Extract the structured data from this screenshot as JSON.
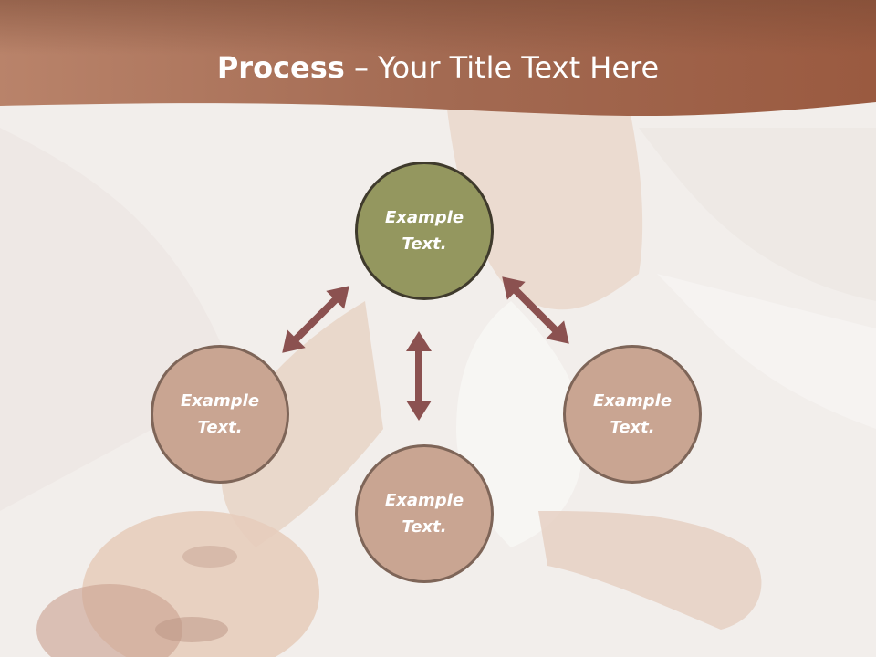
{
  "title": {
    "bold": "Process",
    "separator": " – ",
    "rest": "Your Title Text Here"
  },
  "nodes": [
    {
      "id": "top",
      "line1": "Example",
      "line2": "Text."
    },
    {
      "id": "left",
      "line1": "Example",
      "line2": "Text."
    },
    {
      "id": "right",
      "line1": "Example",
      "line2": "Text."
    },
    {
      "id": "bottom",
      "line1": "Example",
      "line2": "Text."
    }
  ],
  "colors": {
    "header": "#9c5f45",
    "olive": "#94975f",
    "rose": "#c9a592",
    "arrow": "#8b5150"
  }
}
